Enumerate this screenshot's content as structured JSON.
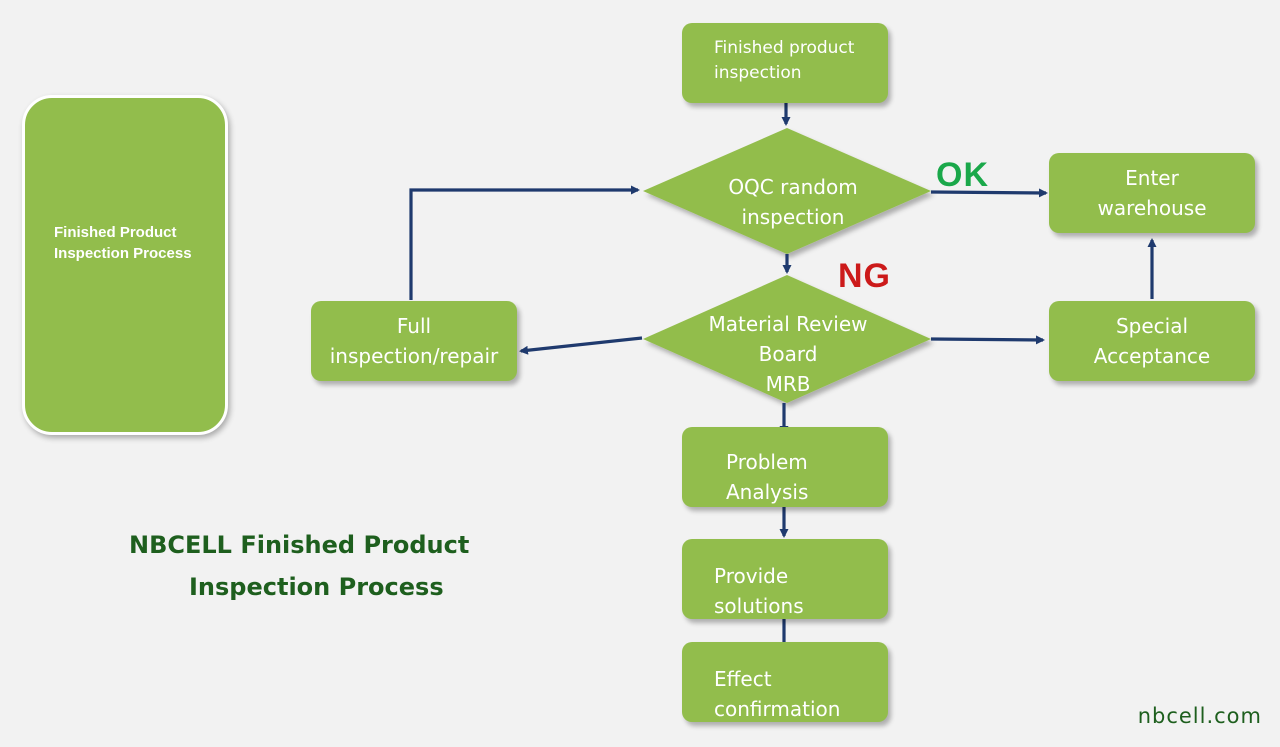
{
  "side_panel": {
    "title": "Finished Product Inspection Process"
  },
  "nodes": {
    "finished_inspection": {
      "line1": "Finished product",
      "line2": "inspection"
    },
    "oqc": {
      "line1": "OQC random",
      "line2": "inspection"
    },
    "mrb": {
      "line1": "Material Review",
      "line2": "Board",
      "line3": "MRB"
    },
    "full_inspection": {
      "line1": "Full",
      "line2": "inspection/repair"
    },
    "special_acceptance": {
      "line1": "Special",
      "line2": "Acceptance"
    },
    "enter_warehouse": {
      "line1": "Enter",
      "line2": "warehouse"
    },
    "problem_analysis": {
      "line1": "Problem",
      "line2": "Analysis"
    },
    "provide_solutions": {
      "line1": "Provide",
      "line2": "solutions"
    },
    "effect_confirmation": {
      "line1": "Effect",
      "line2": "confirmation"
    }
  },
  "labels": {
    "ok": "OK",
    "ng": "NG"
  },
  "caption": {
    "line1": "NBCELL Finished Product",
    "line2": "Inspection Process"
  },
  "website": "nbcell.com",
  "colors": {
    "box_fill": "#92bd4c",
    "arrow": "#1f3a6e",
    "ok": "#1aa84a",
    "ng": "#cc1a1a",
    "caption": "#1e5f1e",
    "background": "#f2f2f2"
  }
}
